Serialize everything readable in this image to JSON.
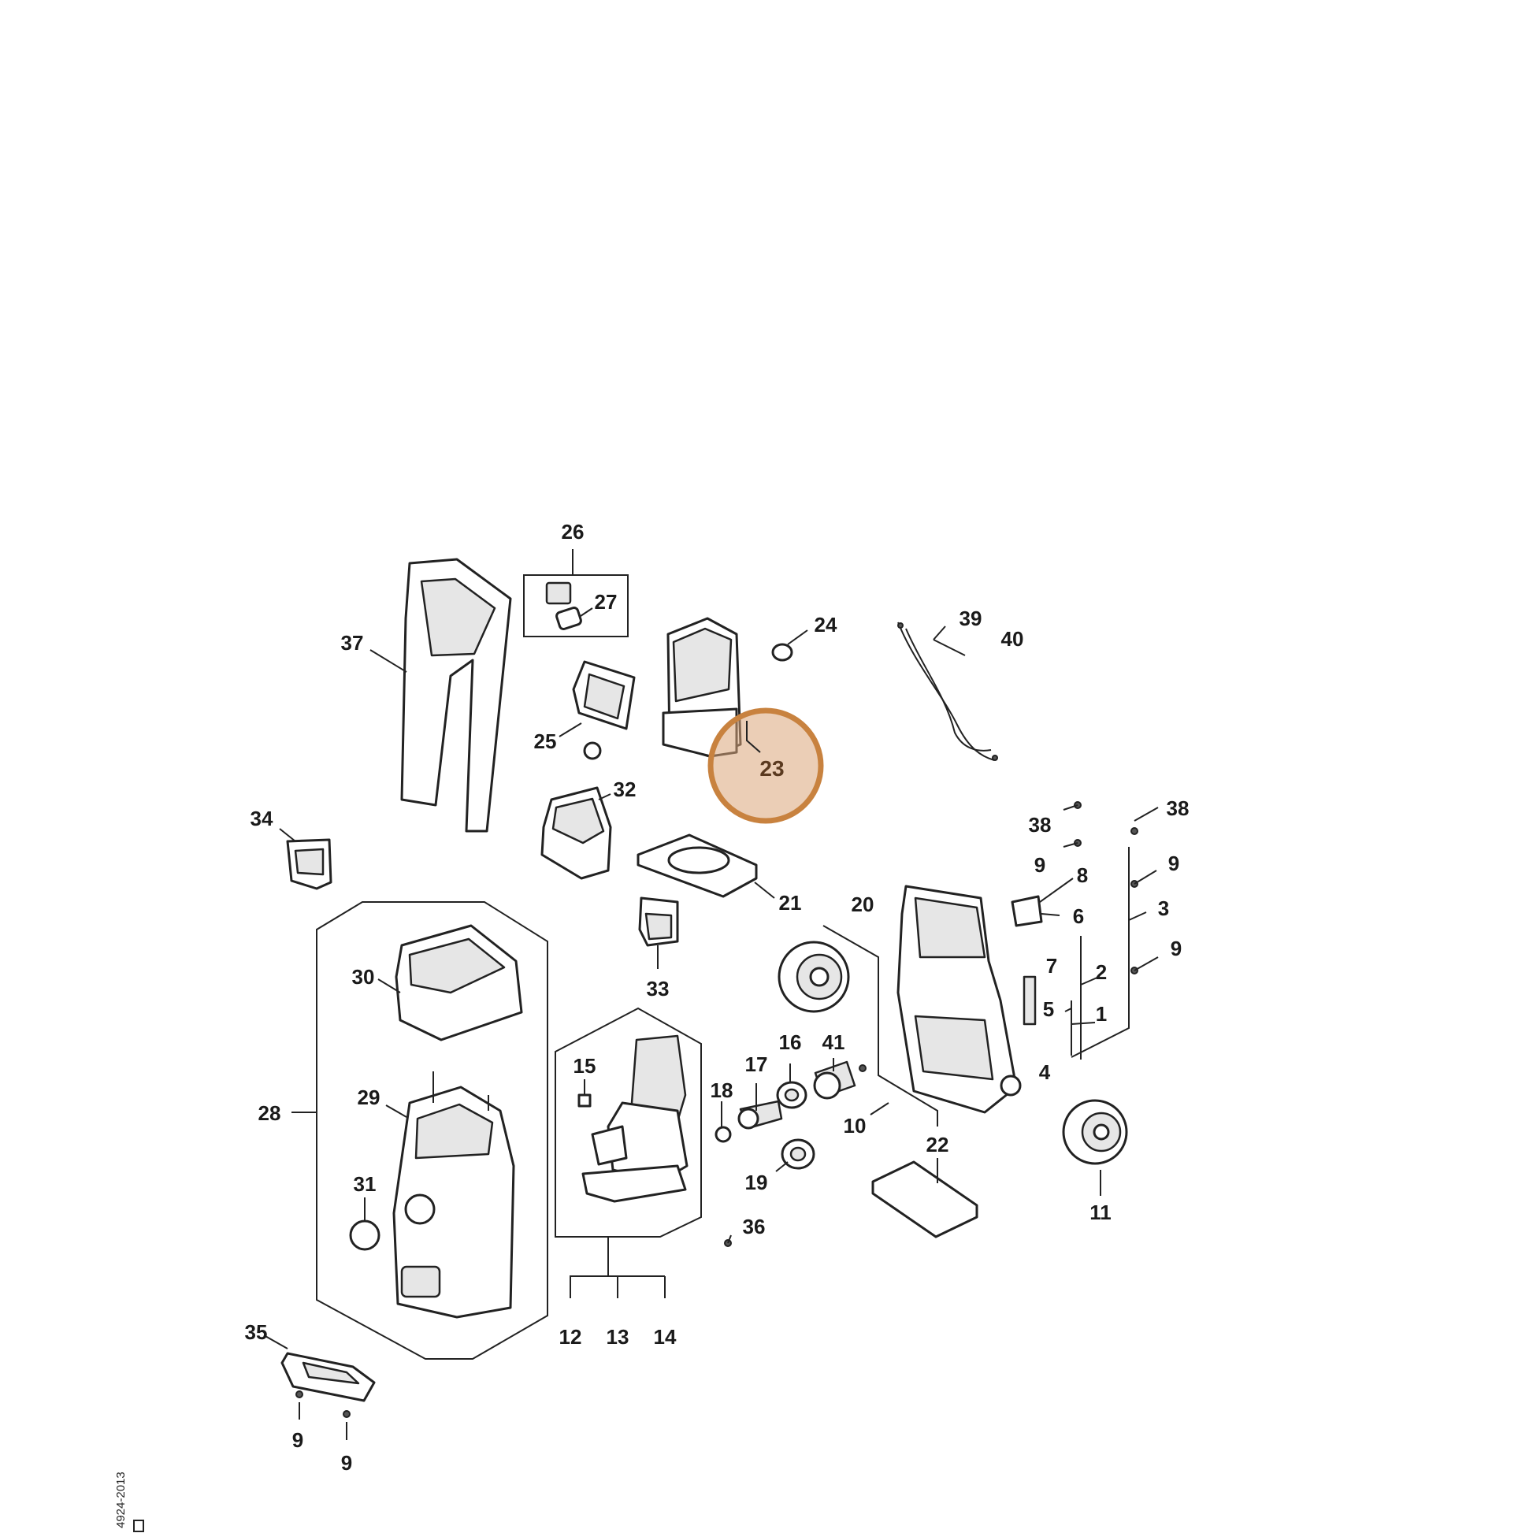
{
  "highlight": {
    "label": "23",
    "color": "#dba67a"
  },
  "stamp": {
    "text": "4924-2013"
  },
  "callouts": [
    "1",
    "2",
    "3",
    "4",
    "5",
    "6",
    "7",
    "8",
    "9",
    "9",
    "9",
    "9",
    "9",
    "10",
    "11",
    "12",
    "13",
    "14",
    "15",
    "16",
    "17",
    "18",
    "19",
    "20",
    "21",
    "22",
    "24",
    "25",
    "26",
    "27",
    "28",
    "29",
    "30",
    "31",
    "32",
    "33",
    "34",
    "35",
    "36",
    "37",
    "38",
    "38",
    "39",
    "40",
    "41"
  ]
}
